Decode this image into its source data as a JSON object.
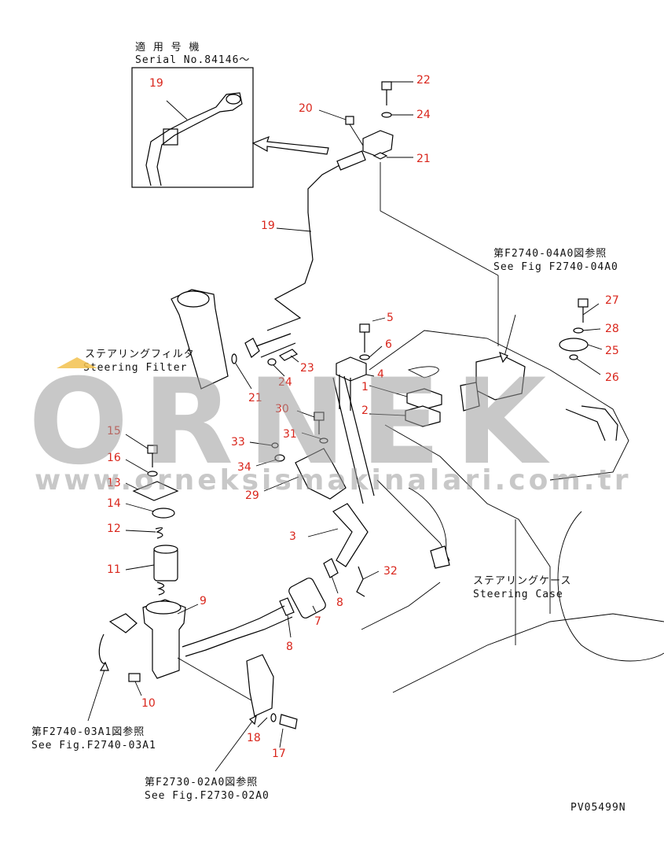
{
  "inset": {
    "line1": "適 用 号 機",
    "line2": "Serial No.84146～",
    "callout": "19"
  },
  "notes": {
    "steering_filter_jp": "ステアリングフィルタ",
    "steering_filter_en": "Steering Filter",
    "steering_case_jp": "ステアリングケース",
    "steering_case_en": "Steering Case",
    "ref_04a0_jp": "第F2740-04A0図参照",
    "ref_04a0_en": "See Fig F2740-04A0",
    "ref_03a1_jp": "第F2740-03A1図参照",
    "ref_03a1_en": "See Fig.F2740-03A1",
    "ref_02a0_jp": "第F2730-02A0図参照",
    "ref_02a0_en": "See Fig.F2730-02A0",
    "drawing_no": "PV05499N"
  },
  "callouts": {
    "c1": "1",
    "c2": "2",
    "c3": "3",
    "c4": "4",
    "c5": "5",
    "c6": "6",
    "c7": "7",
    "c8a": "8",
    "c8b": "8",
    "c9": "9",
    "c10": "10",
    "c11": "11",
    "c12": "12",
    "c13": "13",
    "c14": "14",
    "c15": "15",
    "c16": "16",
    "c17": "17",
    "c18": "18",
    "c19": "19",
    "c20": "20",
    "c21a": "21",
    "c21b": "21",
    "c22": "22",
    "c23": "23",
    "c24a": "24",
    "c24b": "24",
    "c25": "25",
    "c26": "26",
    "c27": "27",
    "c28": "28",
    "c29": "29",
    "c30": "30",
    "c31": "31",
    "c32": "32",
    "c33": "33",
    "c34": "34"
  },
  "watermark": {
    "brand": "ORNEK",
    "url": "www.orneksismakinalari.com.tr",
    "accent_color": "#f2c14e",
    "text_color": "#9a9a9a"
  },
  "colors": {
    "callout": "#d9261c",
    "line": "#000000"
  }
}
